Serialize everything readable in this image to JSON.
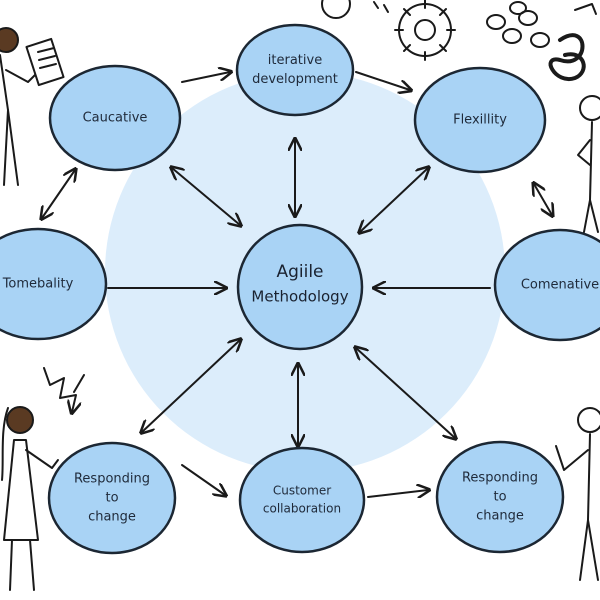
{
  "center": {
    "line1": "Agiile",
    "line2": "Methodology"
  },
  "nodes": [
    {
      "key": "iterative",
      "lines": [
        "iterative",
        "development"
      ]
    },
    {
      "key": "caucative",
      "lines": [
        "Caucative"
      ]
    },
    {
      "key": "flexility",
      "lines": [
        "Flexillity"
      ]
    },
    {
      "key": "tomebality",
      "lines": [
        "Tomebality"
      ]
    },
    {
      "key": "comenative",
      "lines": [
        "Comenative"
      ]
    },
    {
      "key": "responding-left",
      "lines": [
        "Responding",
        "to",
        "change"
      ]
    },
    {
      "key": "customer",
      "lines": [
        "Customer",
        "collaboration"
      ]
    },
    {
      "key": "responding-right",
      "lines": [
        "Responding",
        "to",
        "change"
      ]
    }
  ],
  "colors": {
    "node_fill": "#a9d3f5",
    "node_stroke": "#1c2733",
    "halo_fill": "#dcedfb",
    "arrow": "#1a1a1a"
  },
  "icons": [
    "person-with-clipboard-icon",
    "thinking-person-icon",
    "woman-figure-icon",
    "waving-person-icon",
    "gear-icon",
    "chain-links-icon",
    "scribble-arrows-icon"
  ]
}
